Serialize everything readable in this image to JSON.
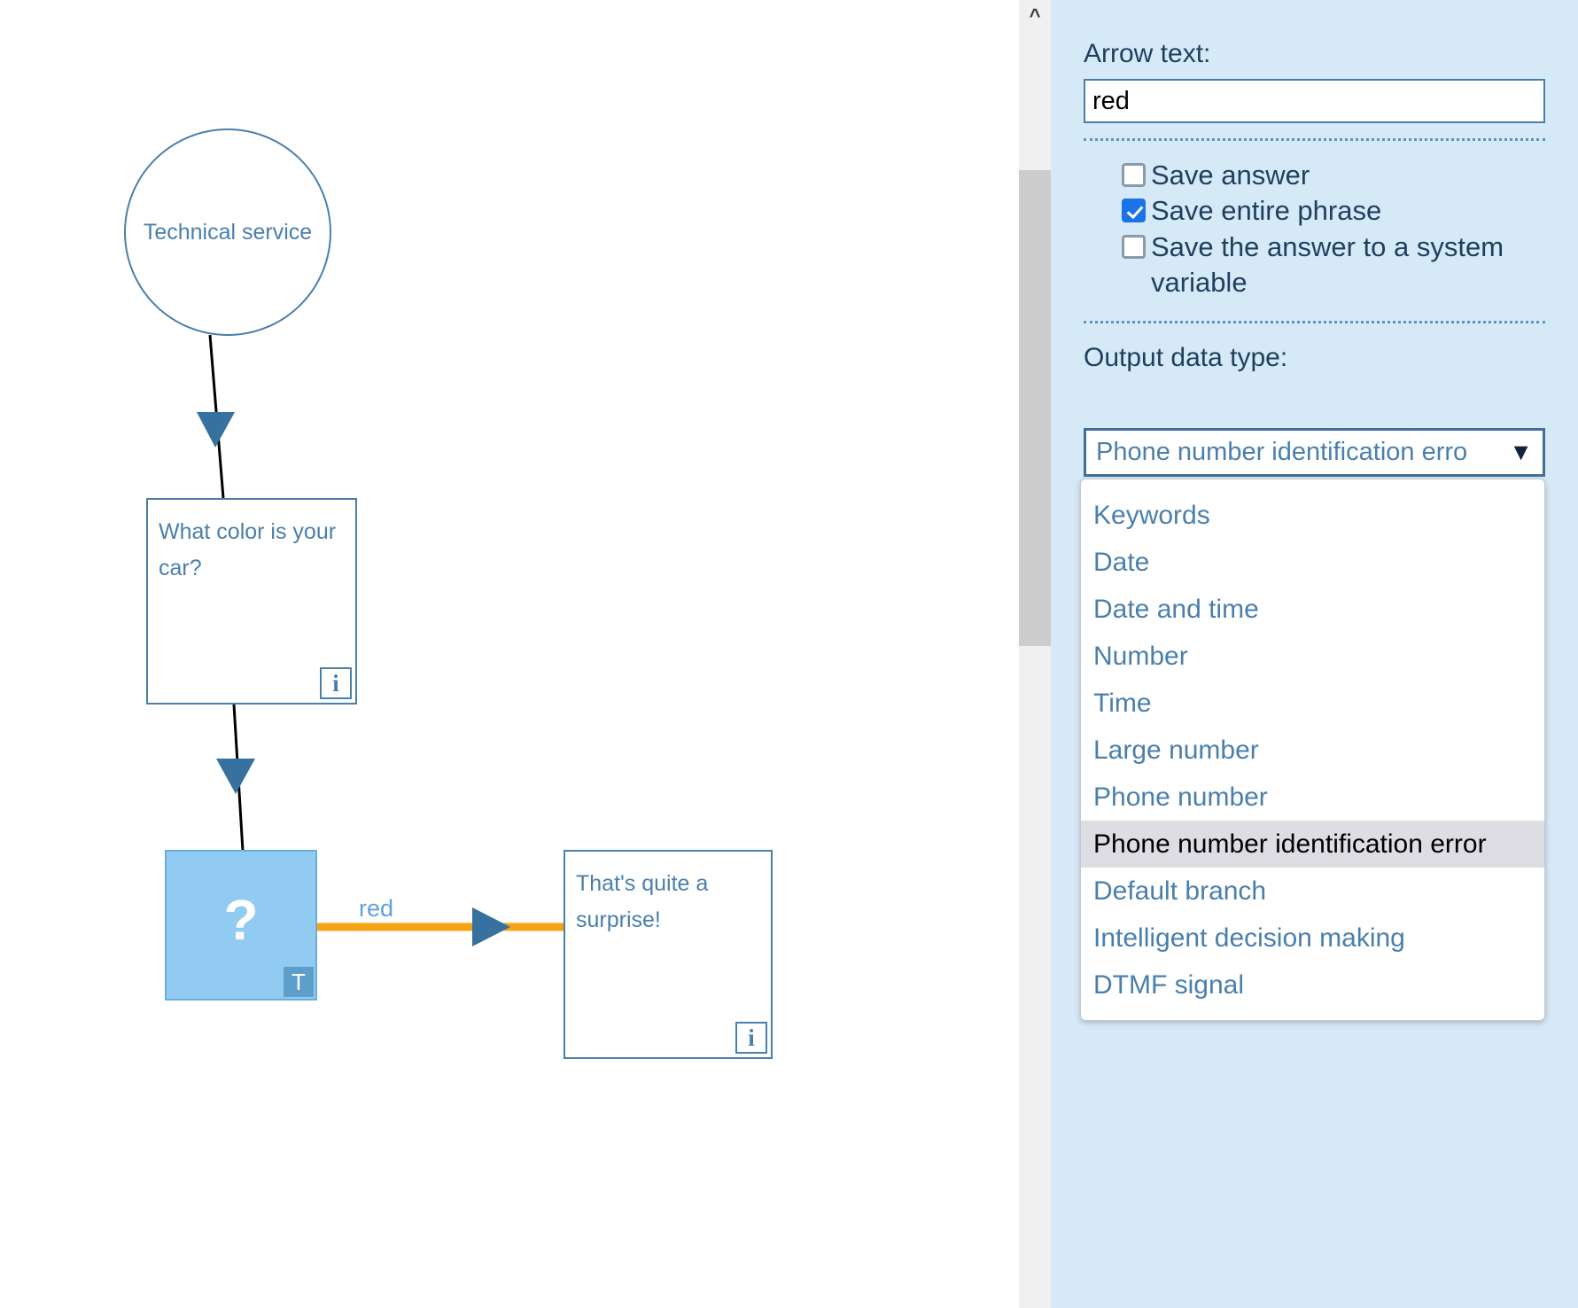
{
  "canvas": {
    "start_node": {
      "label": "Technical\nservice"
    },
    "question_prompt_box": {
      "text": "What color is\nyour car?",
      "badge_icon": "info-icon",
      "badge_glyph": "i"
    },
    "question_node": {
      "glyph": "?",
      "badge_label": "T"
    },
    "answer_box": {
      "text": "That's quite a\nsurprise!",
      "badge_icon": "info-icon",
      "badge_glyph": "i"
    },
    "edge_label": "red",
    "colors": {
      "node_stroke": "#4a7fac",
      "question_fill": "#92cbf2",
      "edge_orange": "#f5a314",
      "arrowhead_blue": "#36719f"
    }
  },
  "scrollbar": {
    "up_arrow_glyph": "^"
  },
  "panel": {
    "arrow_text": {
      "label": "Arrow text:",
      "value": "red",
      "placeholder": ""
    },
    "checkboxes": [
      {
        "label": "Save answer",
        "checked": false
      },
      {
        "label": "Save entire phrase",
        "checked": true
      },
      {
        "label": "Save the answer to a system variable",
        "checked": false
      }
    ],
    "output_data_type": {
      "label": "Output data type:",
      "selected": "Phone number identification error",
      "selected_display": "Phone number identification erro",
      "chevron_icon": "chevron-down-icon",
      "options": [
        "Keywords",
        "Date",
        "Date and time",
        "Number",
        "Time",
        "Large number",
        "Phone number",
        "Phone number identification error",
        "Default branch",
        "Intelligent decision making",
        "DTMF signal"
      ]
    }
  }
}
